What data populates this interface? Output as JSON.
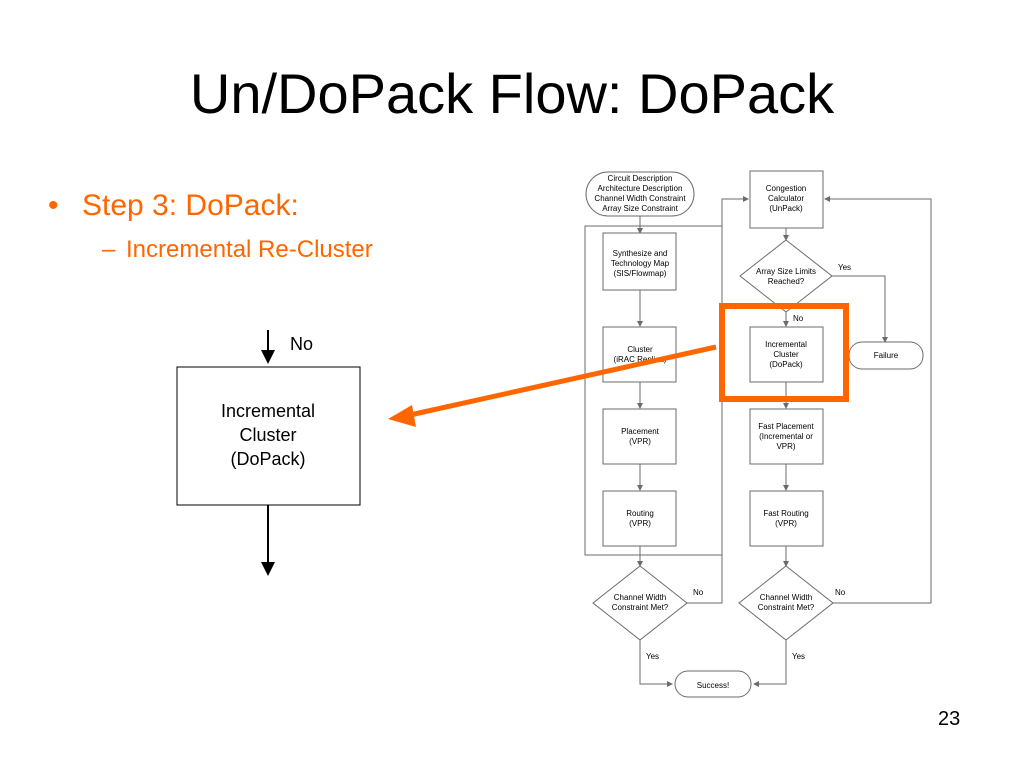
{
  "slide": {
    "title": "Un/DoPack Flow: DoPack",
    "page_number": "23"
  },
  "bullets": [
    {
      "marker": "•",
      "text": "Step 3: DoPack:"
    },
    {
      "marker": "–",
      "text": "Incremental Re-Cluster"
    }
  ],
  "zoom_detail": {
    "edge_label": "No",
    "box_lines": [
      "Incremental",
      "Cluster",
      "(DoPack)"
    ]
  },
  "flowchart": {
    "inputs": [
      "Circuit Description",
      "Architecture Description",
      "Channel Width Constraint",
      "Array Size Constraint"
    ],
    "left_column": {
      "synth": [
        "Synthesize and",
        "Technology Map",
        "(SIS/Flowmap)"
      ],
      "cluster": [
        "Cluster",
        "(iRAC Replica)"
      ],
      "placement": [
        "Placement",
        "(VPR)"
      ],
      "routing": [
        "Routing",
        "(VPR)"
      ],
      "decision": [
        "Channel Width",
        "Constraint Met?"
      ]
    },
    "right_column": {
      "congestion": [
        "Congestion",
        "Calculator",
        "(UnPack)"
      ],
      "array_decision": [
        "Array Size Limits",
        "Reached?"
      ],
      "inc_cluster": [
        "Incremental",
        "Cluster",
        "(DoPack)"
      ],
      "fast_placement": [
        "Fast Placement",
        "(Incremental or",
        "VPR)"
      ],
      "fast_routing": [
        "Fast Routing",
        "(VPR)"
      ],
      "decision": [
        "Channel Width",
        "Constraint Met?"
      ]
    },
    "failure": "Failure",
    "success": "Success!",
    "labels": {
      "yes": "Yes",
      "no": "No"
    }
  },
  "colors": {
    "accent": "#ff6600",
    "line": "#6b6b6b"
  }
}
